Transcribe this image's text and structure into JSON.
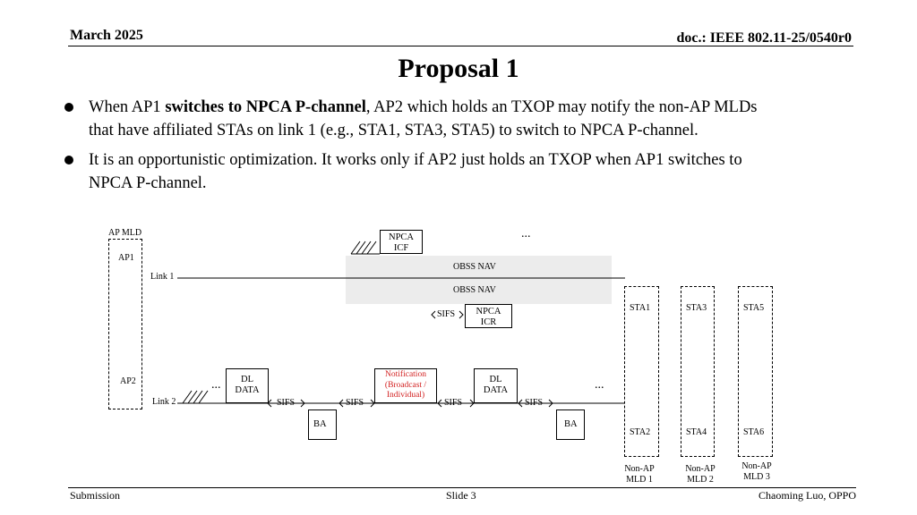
{
  "header": {
    "date": "March 2025",
    "doc": "doc.: IEEE 802.11-25/0540r0"
  },
  "title": "Proposal  1",
  "bullets": [
    {
      "line1_pre": "When AP1 ",
      "line1_bold": "switches to NPCA P-channel",
      "line1_post": ", AP2 which holds an TXOP may notify the non-AP MLDs",
      "line2": "that have affiliated STAs on link 1 (e.g., STA1, STA3, STA5) to switch to NPCA P-channel."
    },
    {
      "line1": "It is an opportunistic optimization. It works only if AP2 just holds an TXOP when AP1 switches to",
      "line2": "NPCA P-channel."
    }
  ],
  "diagram": {
    "ap_mld": "AP MLD",
    "ap1": "AP1",
    "ap2": "AP2",
    "link1": "Link 1",
    "link2": "Link 2",
    "npca_icf": [
      "NPCA",
      "ICF"
    ],
    "obss_nav_1": "OBSS NAV",
    "obss_nav_2": "OBSS NAV",
    "npca_icr": [
      "NPCA",
      "ICR"
    ],
    "sifs": "SIFS",
    "dl_data": [
      "DL",
      "DATA"
    ],
    "ba": "BA",
    "notification": [
      "Notification",
      "(Broadcast /",
      "Individual)"
    ],
    "ellipsis": "...",
    "stations": [
      "STA1",
      "STA3",
      "STA5",
      "STA2",
      "STA4",
      "STA6"
    ],
    "mlds": [
      [
        "Non-AP",
        "MLD 1"
      ],
      [
        "Non-AP",
        "MLD 2"
      ],
      [
        "Non-AP",
        "MLD 3"
      ]
    ],
    "colors": {
      "notification": "#d21f1f",
      "shade": "#ececec"
    }
  },
  "footer": {
    "left": "Submission",
    "center": "Slide 3",
    "right": "Chaoming Luo, OPPO"
  }
}
